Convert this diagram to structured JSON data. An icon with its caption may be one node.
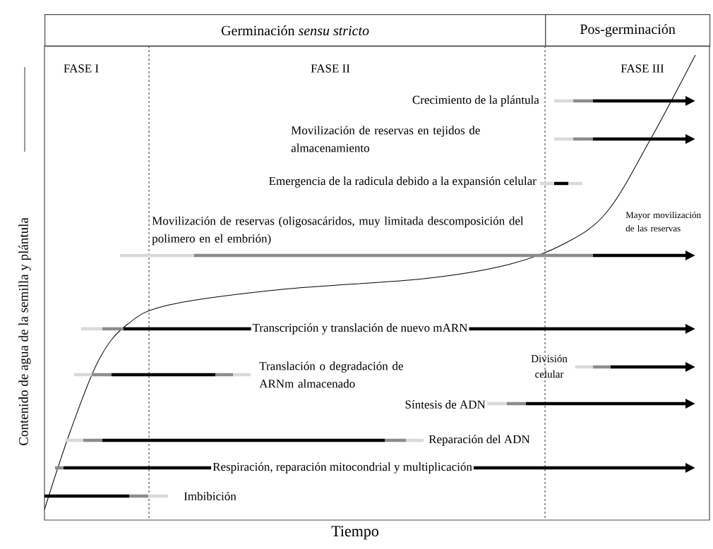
{
  "diagram": {
    "nodes": [
      {
        "text": [
          "Germinación *sensu stricto*"
        ]
      },
      {
        "text": [
          "Pos-germinación"
        ]
      }
    ],
    "labels": [
      "FASE I",
      "FASE II",
      "FASE III",
      "Crecimiento de la plántula",
      "Movilización de reservas en tejidos de almacenamiento",
      "Emergencia de la radicula debido a la expansión celular",
      "Movilización de reservas (oligosacáridos, muy limitada descomposición del polimero en el embrión)",
      "Mayor movilización de las reservas",
      "Transcripción y translación de nuevo mARN",
      "Translación o degradación de ARNm almacenado",
      "División celular",
      "Síntesis de ADN",
      "Reparación del ADN",
      "Respiración, reparación mitocondrial y multiplicación",
      "Imbibición",
      "Contenido de agua de la semilla y plántula",
      "Tiempo"
    ]
  }
}
